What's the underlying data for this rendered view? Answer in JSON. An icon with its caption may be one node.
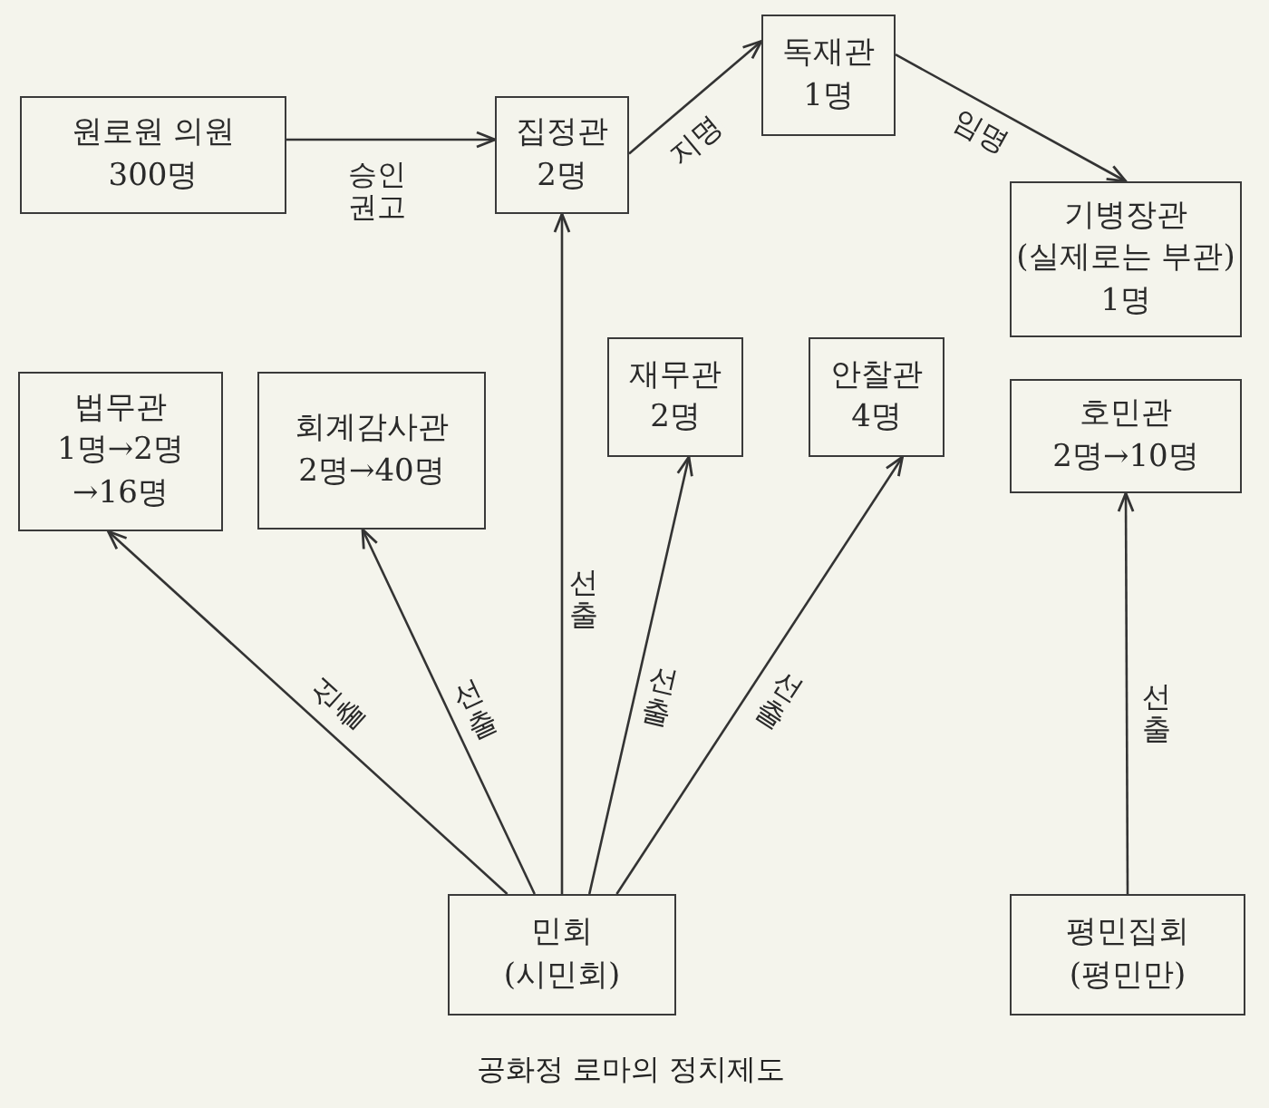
{
  "diagram": {
    "caption": "공화정 로마의 정치제도",
    "nodes": [
      {
        "text": [
          "원로원 의원",
          "300명"
        ]
      },
      {
        "text": [
          "집정관",
          "2명"
        ]
      },
      {
        "text": [
          "독재관",
          "1명"
        ]
      },
      {
        "text": [
          "기병장관",
          "(실제로는 부관)",
          "1명"
        ]
      },
      {
        "text": [
          "법무관",
          "1명→2명 →16명"
        ]
      },
      {
        "text": [
          "회계감사관",
          "2명→40명"
        ]
      },
      {
        "text": [
          "재무관",
          "2명"
        ]
      },
      {
        "text": [
          "안찰관",
          "4명"
        ]
      },
      {
        "text": [
          "호민관",
          "2명→10명"
        ]
      },
      {
        "text": [
          "민회",
          "(시민회)"
        ]
      },
      {
        "text": [
          "평민집회",
          "(평민만)"
        ]
      }
    ],
    "edges": [
      {
        "from": 0,
        "to": 1,
        "arrow": "to",
        "label": "승인 권고"
      },
      {
        "from": 1,
        "to": 2,
        "arrow": "to",
        "label": "지명"
      },
      {
        "from": 2,
        "to": 3,
        "arrow": "to",
        "label": "임명"
      },
      {
        "from": 9,
        "to": 4,
        "arrow": "to",
        "label": "선출"
      },
      {
        "from": 9,
        "to": 5,
        "arrow": "to",
        "label": "선출"
      },
      {
        "from": 9,
        "to": 1,
        "arrow": "to",
        "label": "선출"
      },
      {
        "from": 9,
        "to": 6,
        "arrow": "to",
        "label": "선출"
      },
      {
        "from": 9,
        "to": 7,
        "arrow": "to",
        "label": "선출"
      },
      {
        "from": 10,
        "to": 8,
        "arrow": "to",
        "label": "선출"
      }
    ]
  }
}
